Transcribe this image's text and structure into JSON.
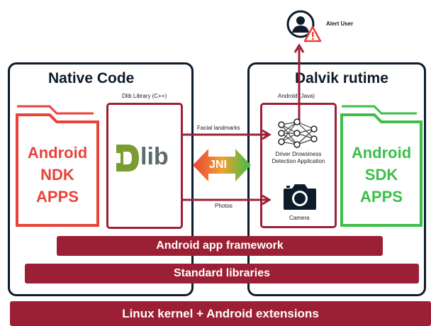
{
  "alert_user": {
    "label": "Alert User"
  },
  "native_panel": {
    "title": "Native Code",
    "dlib_library_label": "Dlib Library (C++)",
    "dlib_logo_text": "lib"
  },
  "dalvik_panel": {
    "title": "Dalvik rutime",
    "android_java_label": "Android (Java)"
  },
  "ndk_folder": {
    "line1": "Android",
    "line2": "NDK",
    "line3": "APPS"
  },
  "sdk_folder": {
    "line1": "Android",
    "line2": "SDK",
    "line3": "APPS"
  },
  "arrows": {
    "facial_landmarks": "Facial landmarks",
    "photos": "Photos",
    "jni": "JNI"
  },
  "app_box": {
    "line1": "Driver Drowsiness",
    "line2": "Detection Application",
    "camera_label": "Camera"
  },
  "bars": {
    "app_framework": "Android app framework",
    "standard_libraries": "Standard libraries",
    "linux_kernel": "Linux kernel + Android extensions"
  },
  "colors": {
    "maroon": "#9c2035",
    "red": "#e8433a",
    "green": "#3dbe4a",
    "navy": "#0e1b2b"
  }
}
